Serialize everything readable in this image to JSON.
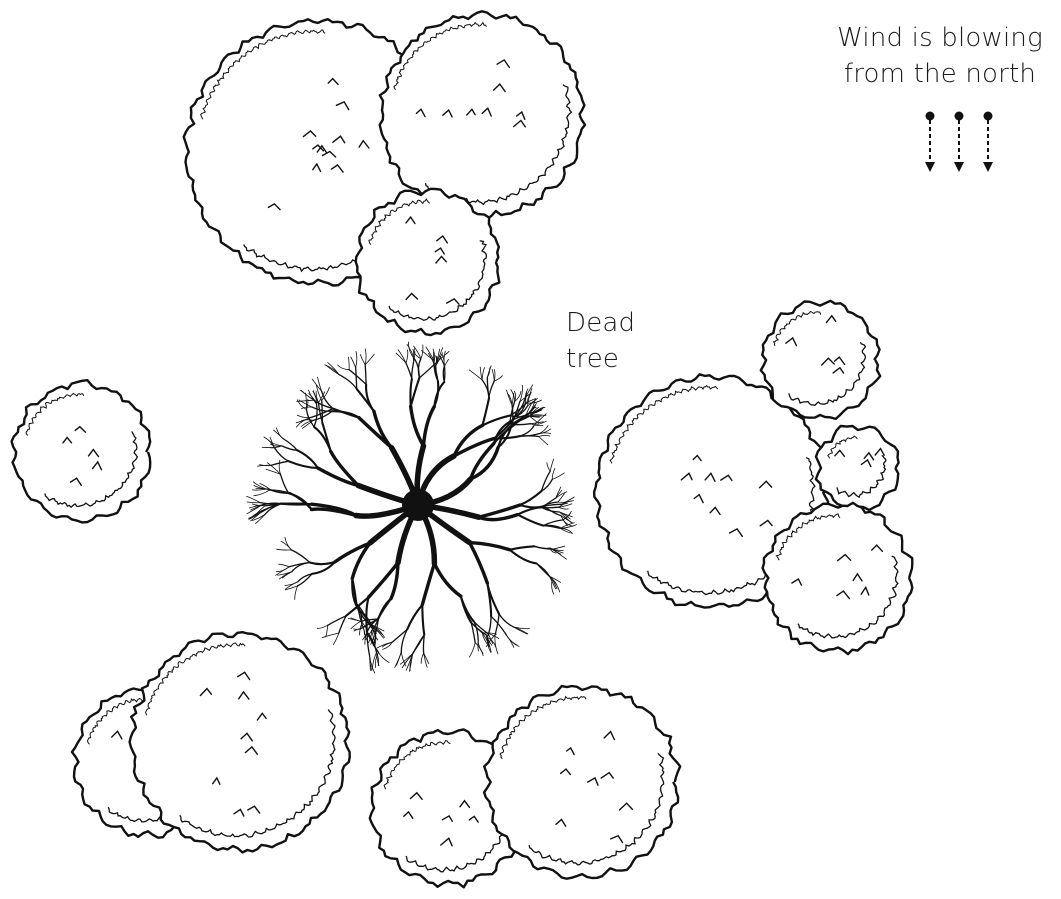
{
  "wind": {
    "line1": "Wind is blowing",
    "line2": "from the north",
    "arrow_count": 3
  },
  "dead_tree": {
    "line1": "Dead",
    "line2": "tree"
  },
  "colors": {
    "ink": "#111111",
    "background": "#ffffff"
  }
}
